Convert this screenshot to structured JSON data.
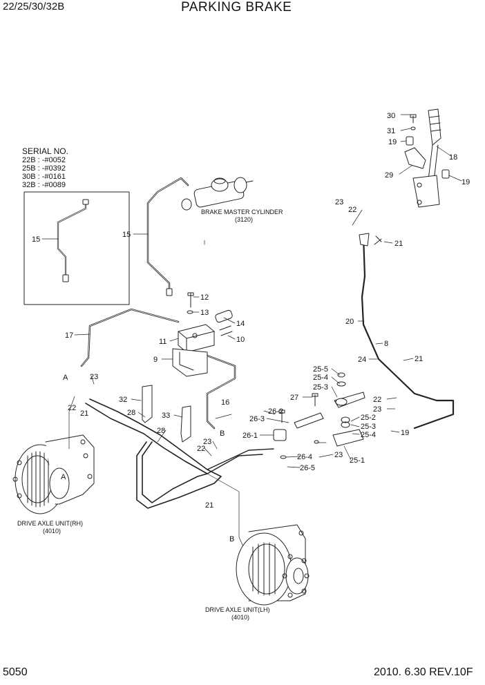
{
  "header": {
    "model": "22/25/30/32B",
    "title": "PARKING BRAKE"
  },
  "footer": {
    "page_number": "5050",
    "revision": "2010. 6.30  REV.10F"
  },
  "serial": {
    "heading": "SERIAL NO.",
    "lines": [
      "22B : -#0052",
      "25B : -#0392",
      "30B : -#0161",
      "32B : -#0089"
    ]
  },
  "captions": {
    "brake_master": "BRAKE MASTER CYLINDER",
    "brake_master_ref": "(3120)",
    "axle_rh": "DRIVE AXLE UNIT(RH)",
    "axle_rh_ref": "(4010)",
    "axle_lh": "DRIVE AXLE UNIT(LH)",
    "axle_lh_ref": "(4010)"
  },
  "parts": [
    "30",
    "31",
    "19",
    "18",
    "29",
    "19",
    "23",
    "22",
    "21",
    "15",
    "15",
    "12",
    "13",
    "14",
    "11",
    "10",
    "17",
    "9",
    "20",
    "8",
    "24",
    "21",
    "25-5",
    "25-4",
    "25-3",
    "27",
    "22",
    "23",
    "16",
    "A",
    "23",
    "32",
    "33",
    "28",
    "28",
    "21",
    "26-2",
    "26-3",
    "26-1",
    "25-2",
    "25-3",
    "25-4",
    "19",
    "22",
    "B",
    "23",
    "22",
    "26-4",
    "23",
    "25-1",
    "26-5",
    "21",
    "A",
    "B"
  ]
}
